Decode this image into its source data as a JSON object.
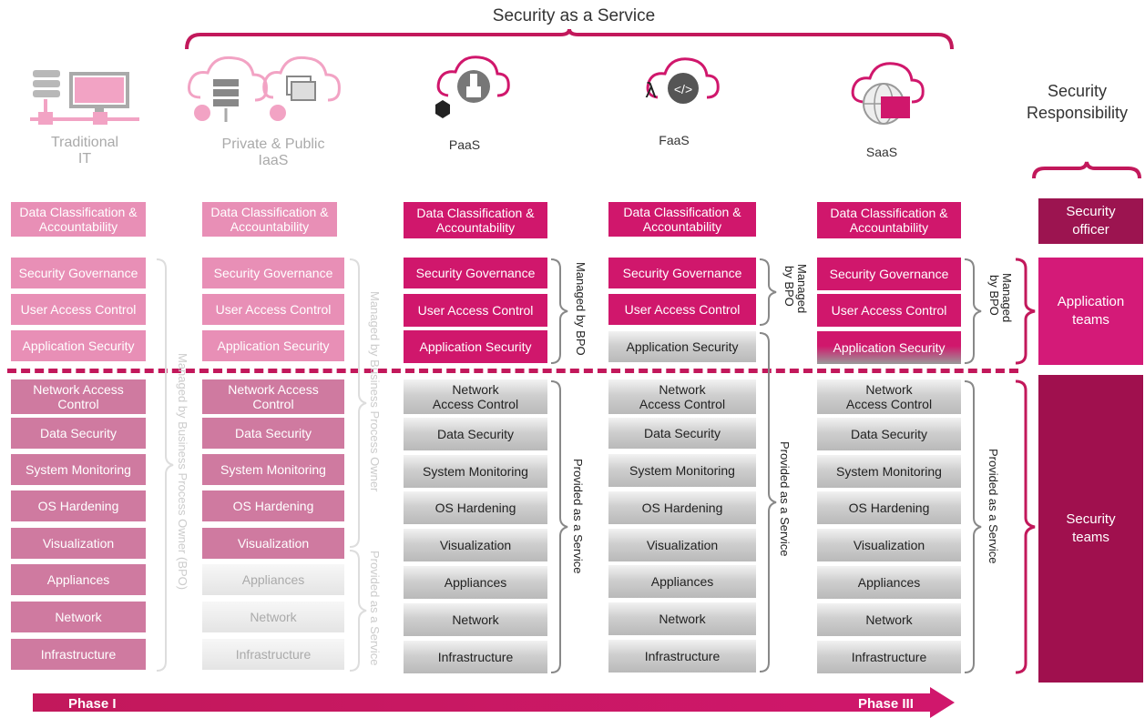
{
  "header": {
    "title": "Security as a Service"
  },
  "responsibility_title": "Security Responsibility",
  "columns": [
    {
      "name": "Traditional IT",
      "name_lines": [
        "Traditional",
        "IT"
      ]
    },
    {
      "name": "Private & Public IaaS",
      "name_lines": [
        "Private & Public",
        "IaaS"
      ]
    },
    {
      "name": "PaaS"
    },
    {
      "name": "FaaS"
    },
    {
      "name": "SaaS"
    }
  ],
  "data_classification": "Data Classification & Accountability",
  "layers": [
    "Security Governance",
    "User Access Control",
    "Application Security",
    "Network Access Control",
    "Data Security",
    "System Monitoring",
    "OS Hardening",
    "Visualization",
    "Appliances",
    "Network",
    "Infrastructure"
  ],
  "brackets": {
    "col1": "Managed by Business Process Owner (BPO)",
    "col2_top": "Managed by Business Process Owner",
    "col2_bottom": "Provided as a Service",
    "col3_top": "Managed by BPO",
    "col3_bottom": "Provided as a Service",
    "col4_top": "Managed by BPO",
    "col4_bottom": "Provided as a Service",
    "col5_top": "Managed by BPO",
    "col5_bottom": "Provided as a Service"
  },
  "responsibility": [
    {
      "label": "Security officer",
      "color": "#9c1450"
    },
    {
      "label": "Application teams",
      "color": "#d41a78"
    },
    {
      "label": "Security teams",
      "color": "#a0104e"
    }
  ],
  "phases": {
    "start": "Phase I",
    "end": "Phase III"
  },
  "colors": {
    "accent": "#c2185b",
    "magenta": "#d0176c",
    "light_pink": "#e88fb6"
  },
  "icons": [
    "server-computer-icon",
    "cloud-servers-icon",
    "paas-cloud-icon",
    "faas-cloud-icon",
    "saas-cloud-icon"
  ]
}
